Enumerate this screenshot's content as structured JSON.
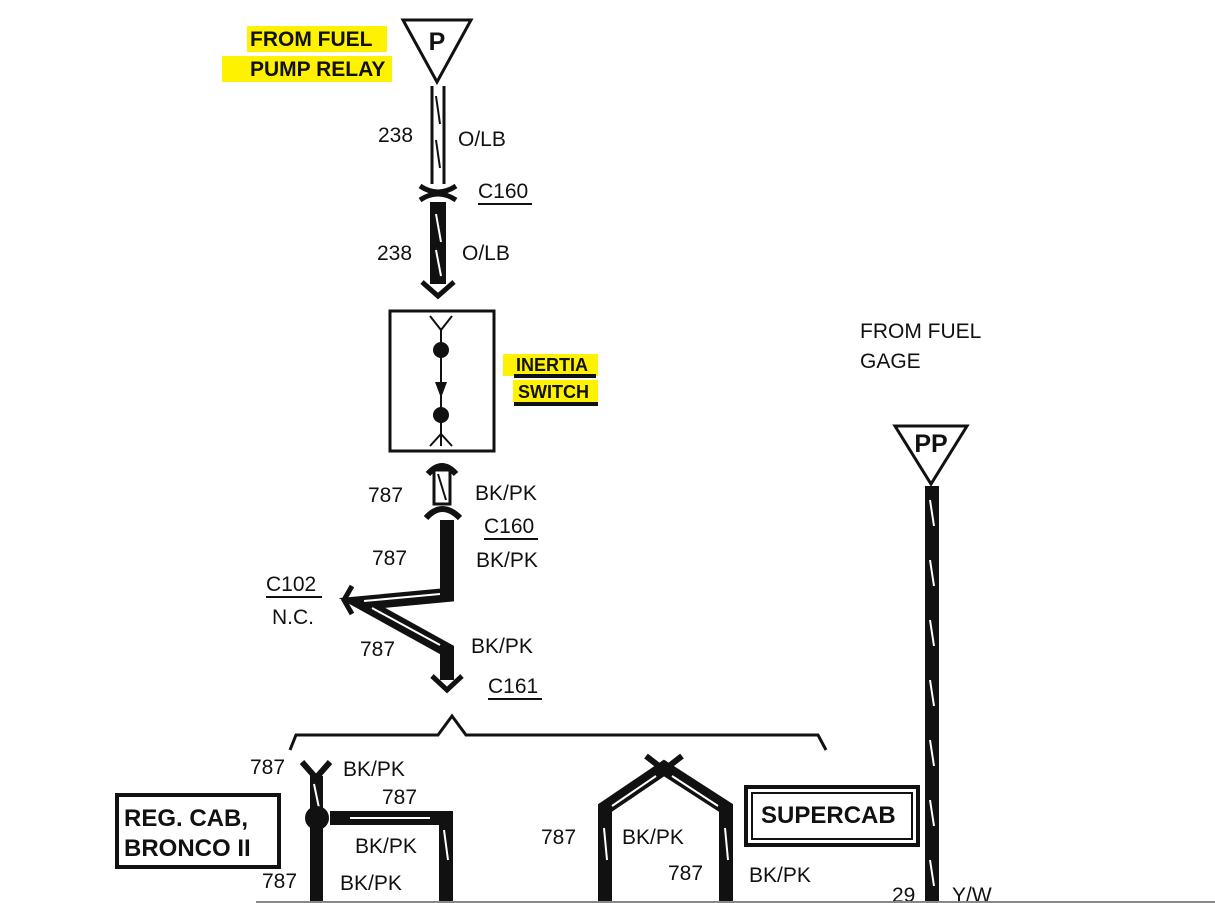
{
  "source_p": {
    "symbol": "P",
    "line1": "FROM FUEL",
    "line2": "PUMP RELAY"
  },
  "source_pp": {
    "symbol": "PP",
    "line1": "FROM FUEL",
    "line2": "GAGE"
  },
  "switch": {
    "line1": "INERTIA",
    "line2": "SWITCH"
  },
  "wire_238": {
    "circuit": "238",
    "color": "O/LB"
  },
  "wire_787": {
    "circuit": "787",
    "color": "BK/PK"
  },
  "wire_29": {
    "circuit": "29",
    "color": "Y/W"
  },
  "connectors": {
    "c160": "C160",
    "c102": "C102",
    "c161": "C161",
    "nc": "N.C."
  },
  "boxes": {
    "reg_line1": "REG. CAB,",
    "reg_line2": "BRONCO II",
    "supercab": "SUPERCAB"
  },
  "colors": {
    "highlight": "#fff200",
    "ink": "#111111"
  }
}
